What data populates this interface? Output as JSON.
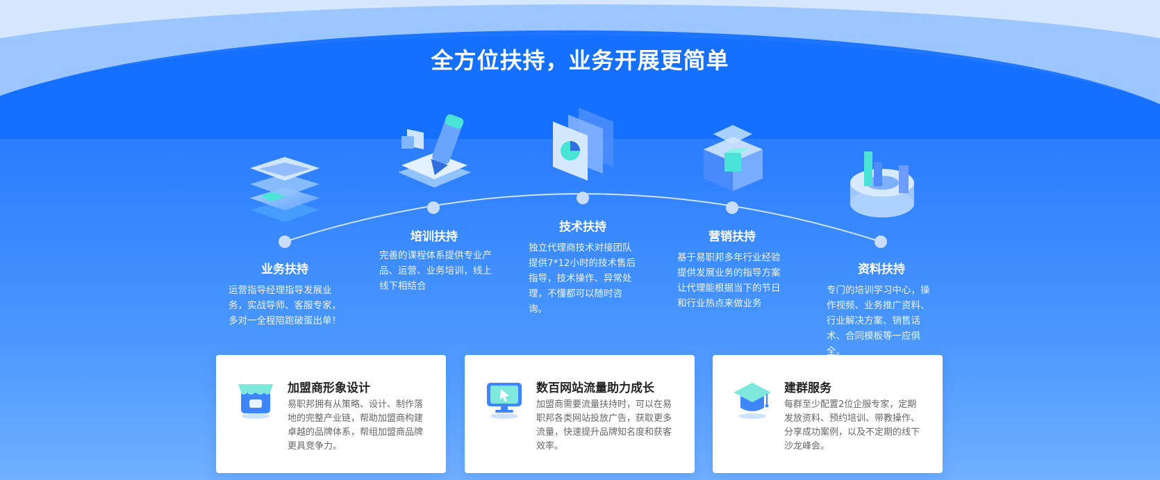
{
  "section": {
    "title": "全方位扶持，业务开展更简单"
  },
  "features": [
    {
      "icon": "layers-icon",
      "name": "业务扶持",
      "desc": "运营指导经理指导发展业务，实战导师、客服专家，多对一全程陪跑破蛋出单！"
    },
    {
      "icon": "pencil-board-icon",
      "name": "培训扶持",
      "desc": "完善的课程体系提供专业产品、运营、业务培训，线上线下相结合"
    },
    {
      "icon": "document-stack-icon",
      "name": "技术扶持",
      "desc": "独立代理商技术对接团队提供7*12小时的技术售后指导，技术操作、异常处理，不懂都可以随时咨询。"
    },
    {
      "icon": "cube-cross-icon",
      "name": "营销扶持",
      "desc": "基于易职邦多年行业经验提供发展业务的指导方案让代理能根据当下的节日和行业热点来做业务"
    },
    {
      "icon": "ring-chart-icon",
      "name": "资料扶持",
      "desc": "专门的培训学习中心，操作视频、业务推广资料、行业解决方案、销售话术、合同模板等一应俱全。"
    }
  ],
  "cards": [
    {
      "icon": "storefront-icon",
      "title": "加盟商形象设计",
      "desc": "易职邦拥有从策略、设计、制作落地的完整产业链，帮助加盟商构建卓越的品牌体系，帮组加盟商品牌更具竞争力。"
    },
    {
      "icon": "monitor-cursor-icon",
      "title": "数百网站流量助力成长",
      "desc": "加盟商需要流量扶持时，可以在易职邦各类网站投放广告，获取更多流量，快速提升品牌知名度和获客效率。"
    },
    {
      "icon": "graduation-cap-icon",
      "title": "建群服务",
      "desc": "每群至少配置2位企服专家，定期发放资料、预约培训、带教操作、分享成功案例，以及不定期的线下沙龙峰会。"
    }
  ],
  "colors": {
    "background_top": "#1670ff",
    "background_bottom": "#6fb0ff",
    "accent_cyan": "#49e3d8",
    "text_white": "#ffffff"
  }
}
